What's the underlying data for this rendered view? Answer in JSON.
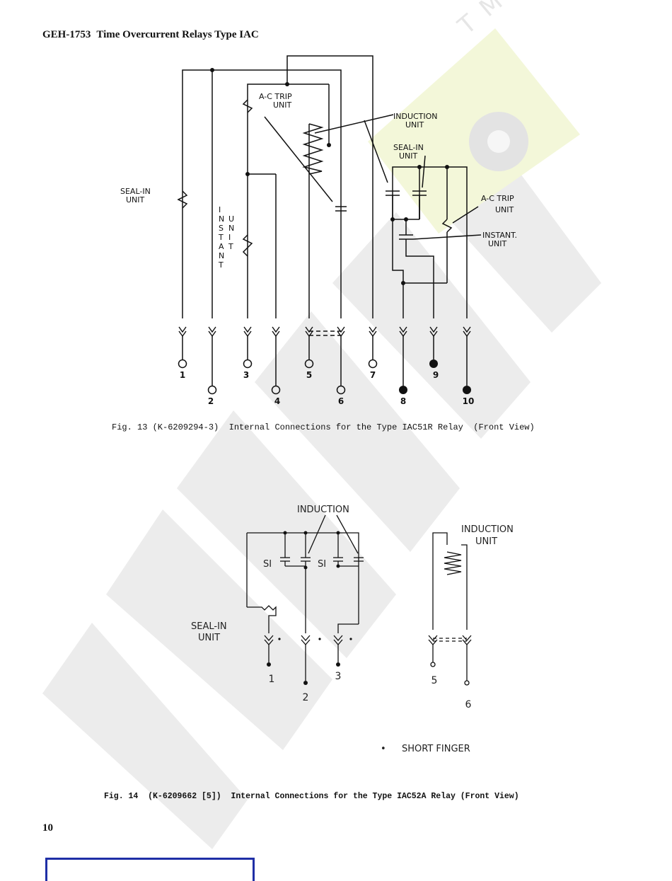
{
  "header": {
    "doc_number": "GEH-1753",
    "title": "Time Overcurrent Relays Type IAC"
  },
  "watermark": {
    "letters": [
      "T",
      "M"
    ]
  },
  "fig13": {
    "caption": "Fig. 13 (K-6209294-3)  Internal Connections for the Type IAC51R Relay  (Front View)",
    "labels": {
      "ac_trip_left_1": "A-C TRIP",
      "ac_trip_left_2": "UNIT",
      "induction_1": "INDUCTION",
      "induction_2": "UNIT",
      "seal_in_left_1": "SEAL-IN",
      "seal_in_left_2": "UNIT",
      "seal_in_right_1": "SEAL-IN",
      "seal_in_right_2": "UNIT",
      "ac_trip_right_1": "A-C TRIP",
      "ac_trip_right_2": "UNIT",
      "instant_right_1": "INSTANT.",
      "instant_right_2": "UNIT",
      "instant_vertical": [
        "I",
        "N",
        "S",
        "T",
        "A",
        "N",
        "T"
      ],
      "unit_vertical": [
        "U",
        "N",
        "I",
        "T"
      ]
    },
    "terminals": [
      "1",
      "2",
      "3",
      "4",
      "5",
      "6",
      "7",
      "8",
      "9",
      "10"
    ]
  },
  "fig14": {
    "caption": "Fig. 14  (K-6209662 [5])  Internal Connections for the Type IAC52A Relay (Front View)",
    "labels": {
      "induction_top": "INDUCTION",
      "si_left": "SI",
      "si_right": "SI",
      "seal_in_1": "SEAL-IN",
      "seal_in_2": "UNIT",
      "induction_right_1": "INDUCTION",
      "induction_right_2": "UNIT",
      "short_finger_bullet": "•",
      "short_finger": "SHORT FINGER"
    },
    "terminals": [
      "1",
      "2",
      "3",
      "5",
      "6"
    ]
  },
  "page_number": "10"
}
